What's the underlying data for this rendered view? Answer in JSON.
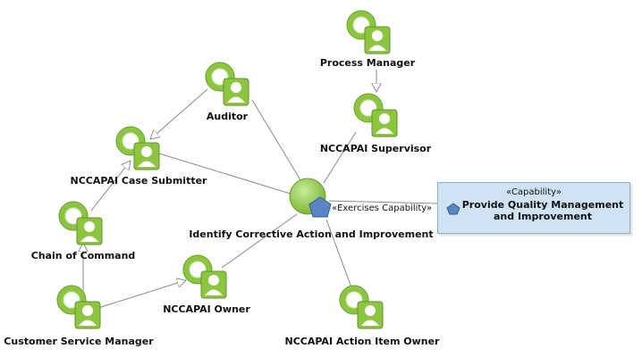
{
  "roles": {
    "process_manager": "Process Manager",
    "nccapai_supervisor": "NCCAPAI Supervisor",
    "auditor": "Auditor",
    "nccapai_case_submitter": "NCCAPAI Case Submitter",
    "chain_of_command": "Chain of Command",
    "nccapai_owner": "NCCAPAI  Owner",
    "customer_service_manager": "Customer Service Manager",
    "nccapai_action_item_owner": "NCCAPAI Action Item Owner"
  },
  "process": {
    "label": "Identify Corrective Action and Improvement"
  },
  "capability": {
    "stereotype": "«Capability»",
    "name": "Provide Quality Management and Improvement"
  },
  "relationship": {
    "label": "«Exercises Capability»"
  },
  "colors": {
    "role_green": "#8cc63f",
    "capability_fill": "#cfe3f5",
    "process_diamond": "#5b86c5",
    "edge": "#8a8a8a"
  }
}
